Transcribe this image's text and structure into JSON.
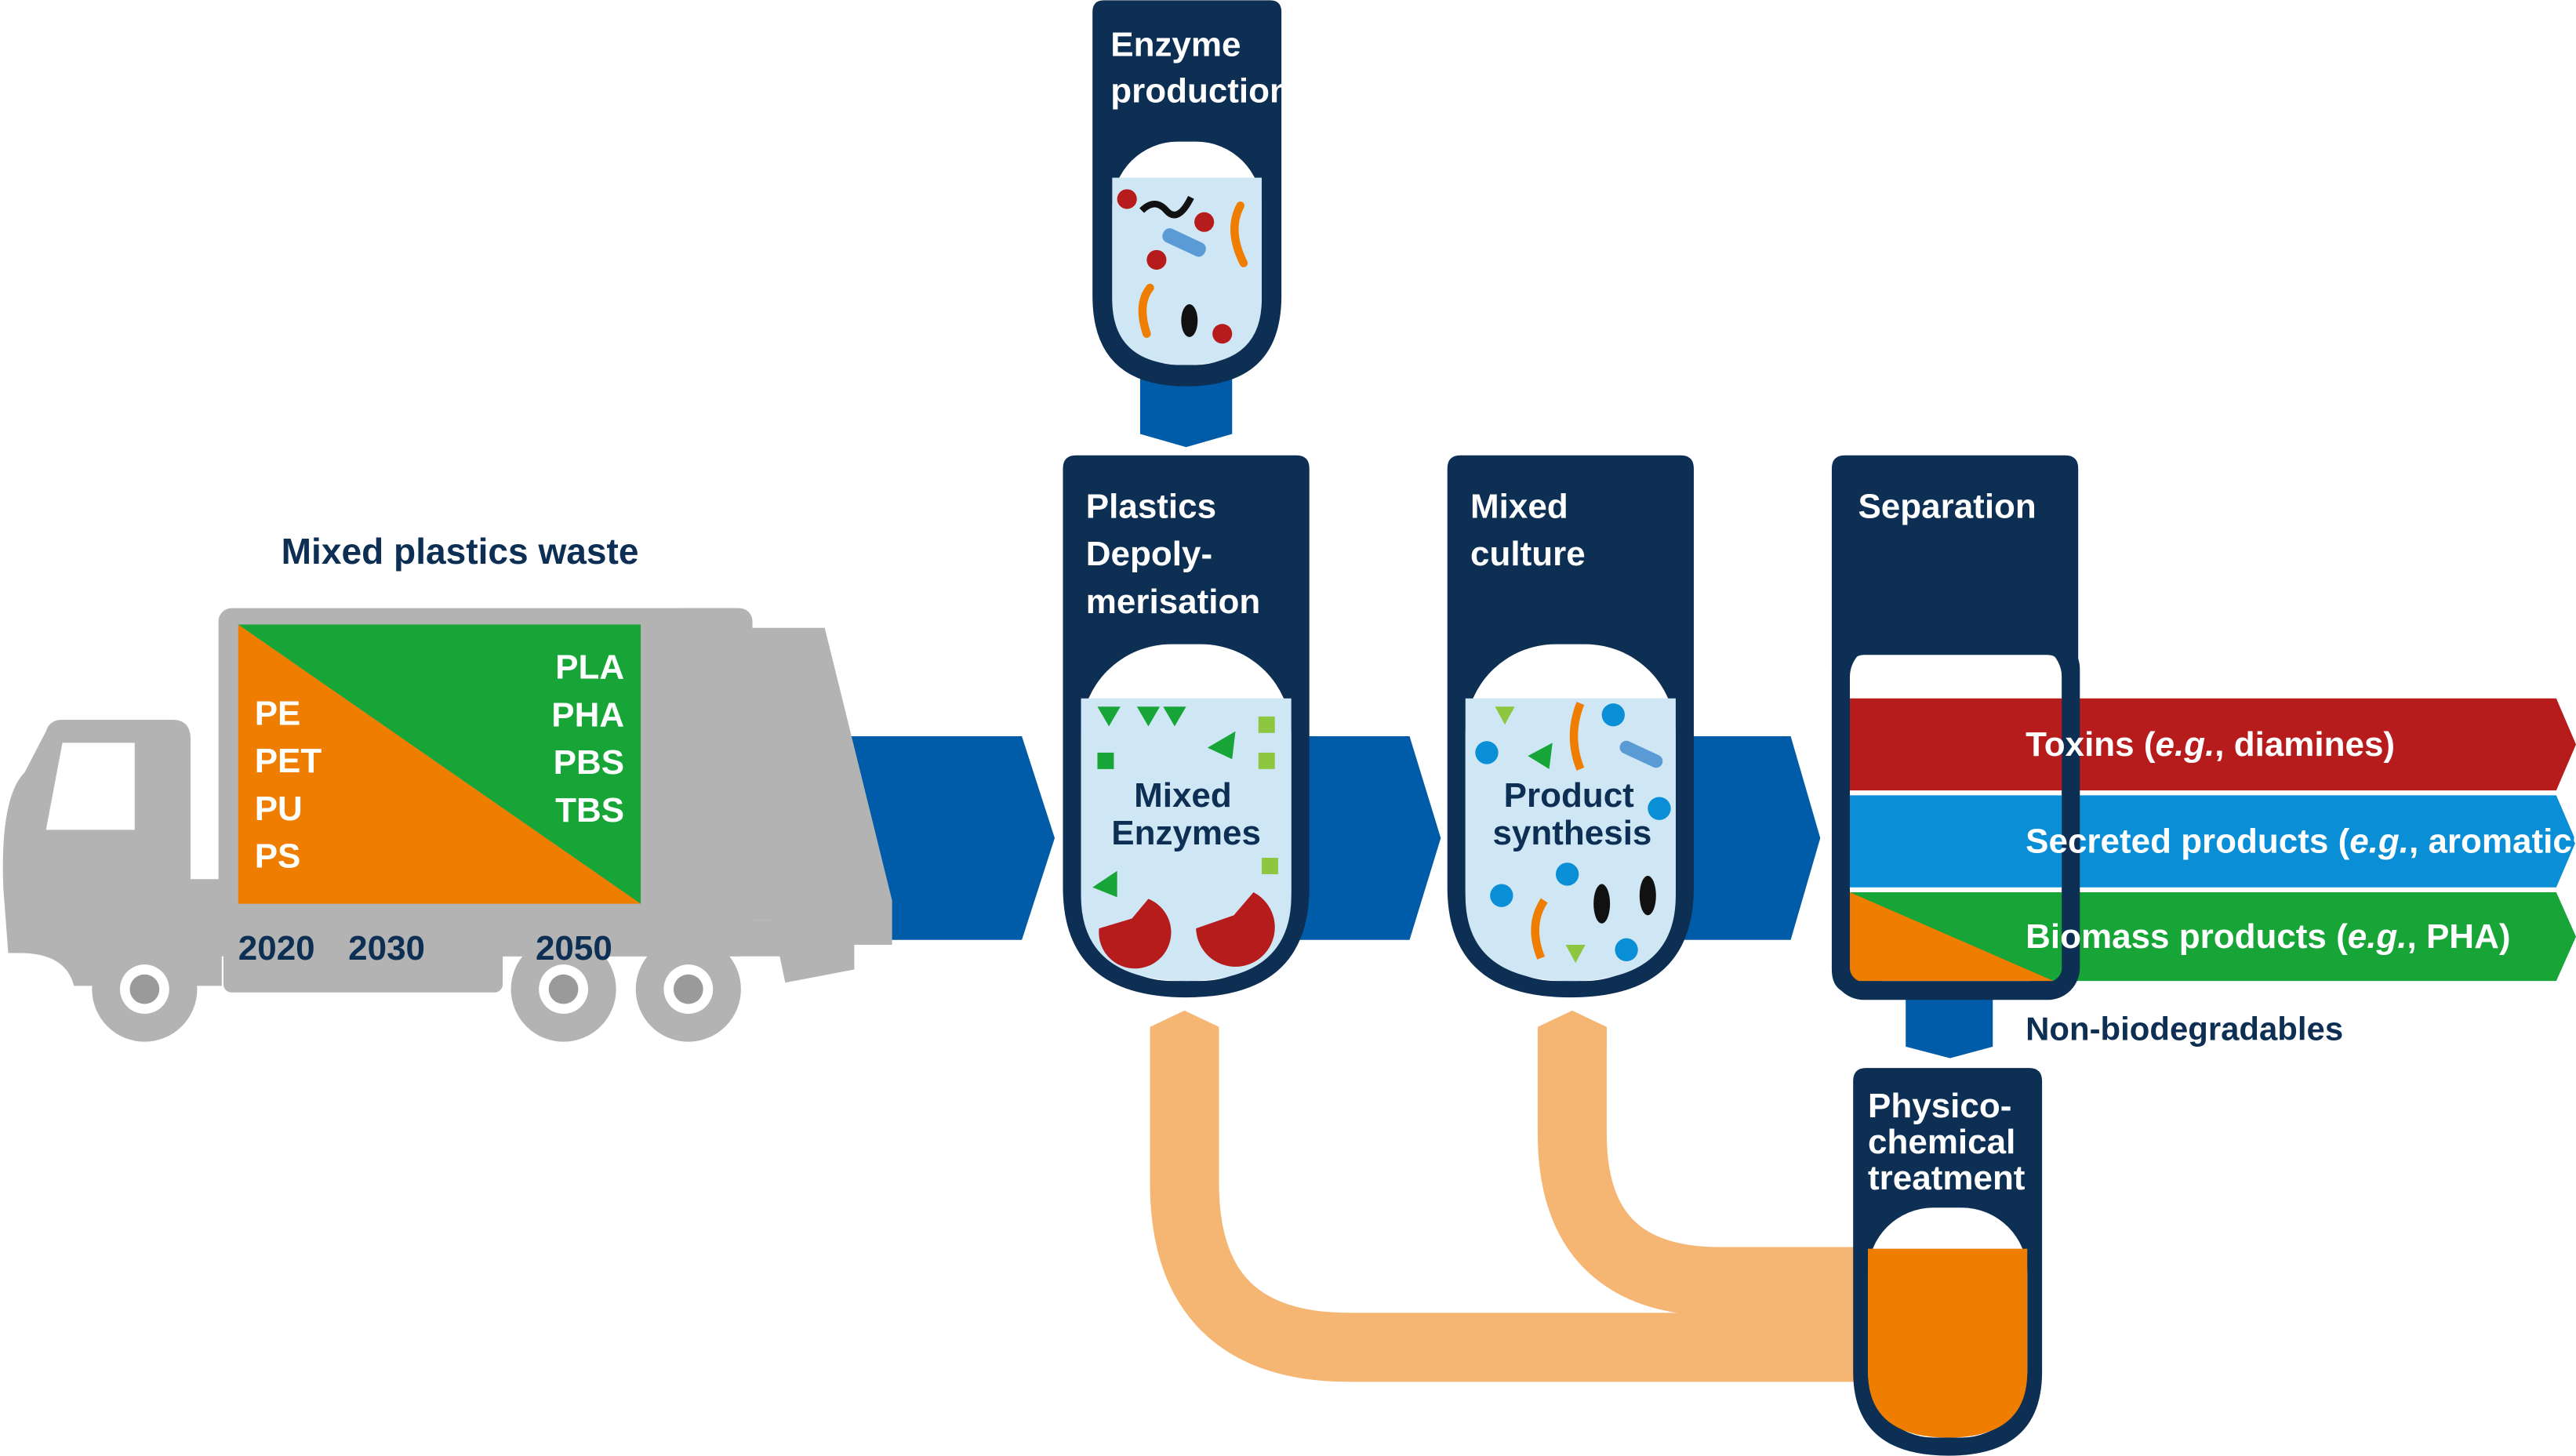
{
  "truck": {
    "title": "Mixed plastics waste",
    "conventional": [
      "PE",
      "PET",
      "PU",
      "PS"
    ],
    "biodegradable": [
      "PLA",
      "PHA",
      "PBS",
      "TBS"
    ],
    "years": [
      "2020",
      "2030",
      "2050"
    ]
  },
  "enzyme_production": {
    "lines": [
      "Enzyme",
      "production"
    ]
  },
  "depolymerisation": {
    "lines": [
      "Plastics",
      "Depoly-",
      "merisation"
    ],
    "vessel_lines": [
      "Mixed",
      "Enzymes"
    ]
  },
  "mixed_culture": {
    "lines": [
      "Mixed",
      "culture"
    ],
    "vessel_lines": [
      "Product",
      "synthesis"
    ]
  },
  "separation": {
    "title": "Separation",
    "outputs": [
      {
        "pre": "Toxins (",
        "eg": "e.g.",
        "post": ", diamines)",
        "color": "#b71c1c"
      },
      {
        "pre": "Secreted products (",
        "eg": "e.g.",
        "post": ", aromatics)",
        "color": "#0a8fd6"
      },
      {
        "pre": "Biomass products (",
        "eg": "e.g.",
        "post": ", PHA)",
        "color": "#17a537"
      }
    ],
    "residue": "Non-biodegradables"
  },
  "physico": {
    "lines": [
      "Physico-",
      "chemical",
      "treatment"
    ]
  },
  "colors": {
    "navy": "#0d2f54",
    "flow_blue": "#005ca8",
    "orange": "#ee7d00",
    "green": "#17a537",
    "recycle": "#f6b673",
    "truck_gray": "#b3b3b3"
  }
}
